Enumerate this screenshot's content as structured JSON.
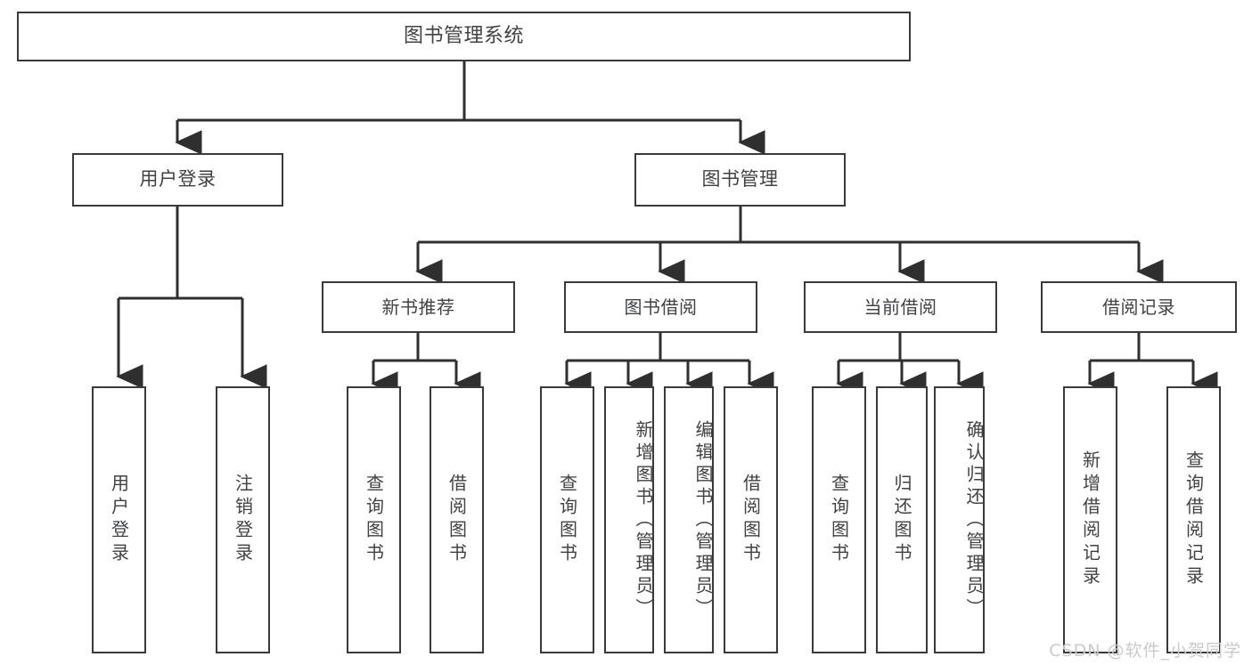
{
  "diagram": {
    "type": "tree-flowchart",
    "title": "图书管理系统",
    "root": {
      "label": "图书管理系统"
    },
    "level2": [
      {
        "label": "用户登录"
      },
      {
        "label": "图书管理"
      }
    ],
    "level3": [
      {
        "label": "新书推荐"
      },
      {
        "label": "图书借阅"
      },
      {
        "label": "当前借阅"
      },
      {
        "label": "借阅记录"
      }
    ],
    "leaves": {
      "user_login": [
        {
          "label": "用户登录"
        },
        {
          "label": "注销登录"
        }
      ],
      "new_book_recommend": [
        {
          "label": "查询图书"
        },
        {
          "label": "借阅图书"
        }
      ],
      "book_borrow": [
        {
          "label": "查询图书"
        },
        {
          "label": "新增图书（管理员）"
        },
        {
          "label": "编辑图书（管理员）"
        },
        {
          "label": "借阅图书"
        }
      ],
      "current_borrow": [
        {
          "label": "查询图书"
        },
        {
          "label": "归还图书"
        },
        {
          "label": "确认归还（管理员）"
        }
      ],
      "borrow_record": [
        {
          "label": "新增借阅记录"
        },
        {
          "label": "查询借阅记录"
        }
      ]
    }
  },
  "watermark": {
    "text": "CSDN @软件_小贺同学"
  },
  "colors": {
    "border": "#3a3a3a",
    "text": "#404244",
    "background": "#ffffff",
    "watermark": "#c9cacb"
  }
}
